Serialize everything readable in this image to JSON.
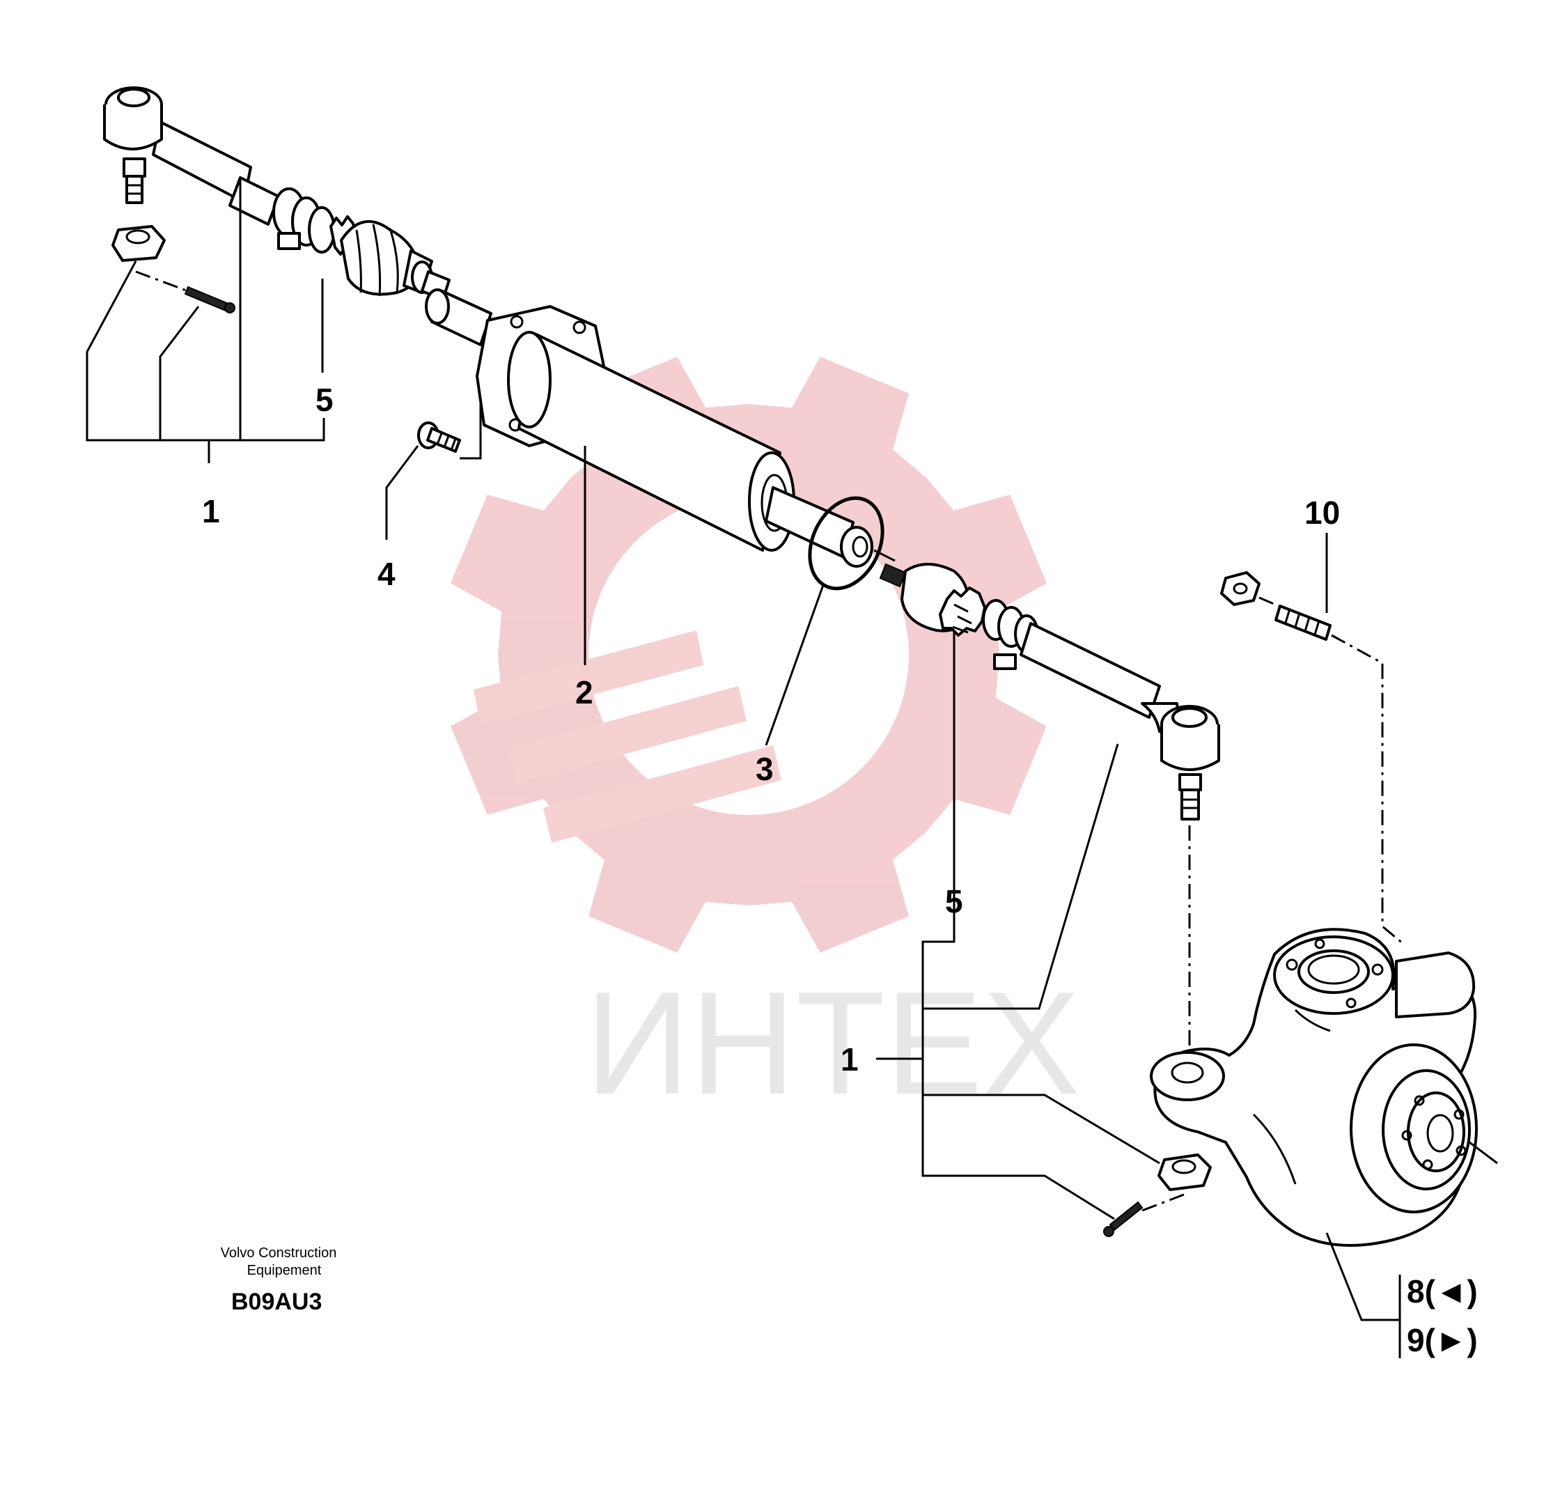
{
  "callouts": {
    "c1_left": "1",
    "c5_left": "5",
    "c4": "4",
    "c2": "2",
    "c3": "3",
    "c10": "10",
    "c5_right": "5",
    "c1_right": "1",
    "c8": "8(◄)",
    "c9": "9(►)"
  },
  "caption": {
    "line1": "Volvo Construction",
    "line2": "Equipement",
    "code": "B09AU3"
  },
  "watermark": {
    "text": "ИНТЕХ",
    "color": "#f2c6c8"
  }
}
